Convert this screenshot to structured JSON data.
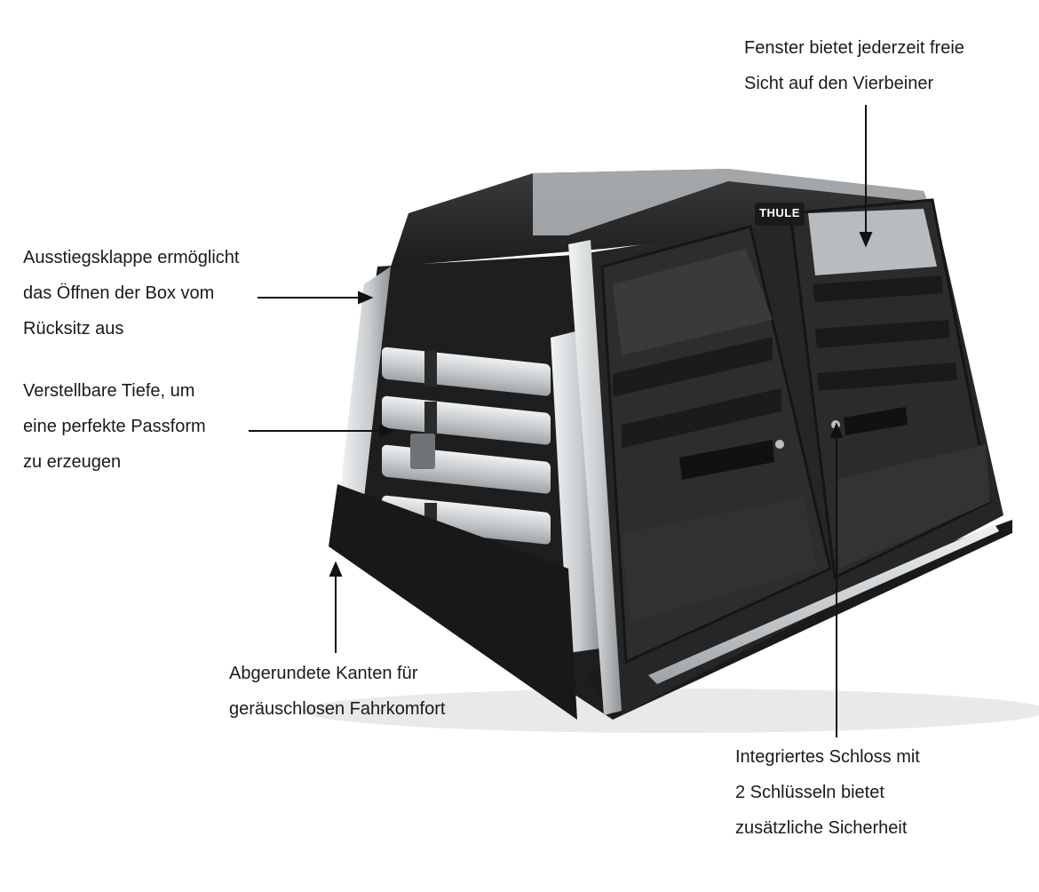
{
  "brand": {
    "logo_text": "THULE"
  },
  "annotations": {
    "window": {
      "lines": [
        "Fenster bietet jederzeit freie",
        "Sicht auf den Vierbeiner"
      ]
    },
    "hatch": {
      "lines": [
        "Ausstiegsklappe ermöglicht",
        "das Öffnen der Box vom",
        "Rücksitz aus"
      ]
    },
    "depth": {
      "lines": [
        "Verstellbare Tiefe, um",
        "eine perfekte Passform",
        "zu erzeugen"
      ]
    },
    "edges": {
      "lines": [
        "Abgerundete Kanten für",
        "geräuschlosen Fahrkomfort"
      ]
    },
    "lock": {
      "lines": [
        "Integriertes Schloss mit",
        "2 Schlüsseln bietet",
        "zusätzliche Sicherheit"
      ]
    }
  },
  "colors": {
    "body_dark": "#232323",
    "panel_dark": "#2c2c2c",
    "aluminium": "#cfd2d4",
    "text": "#1a1a1a"
  }
}
